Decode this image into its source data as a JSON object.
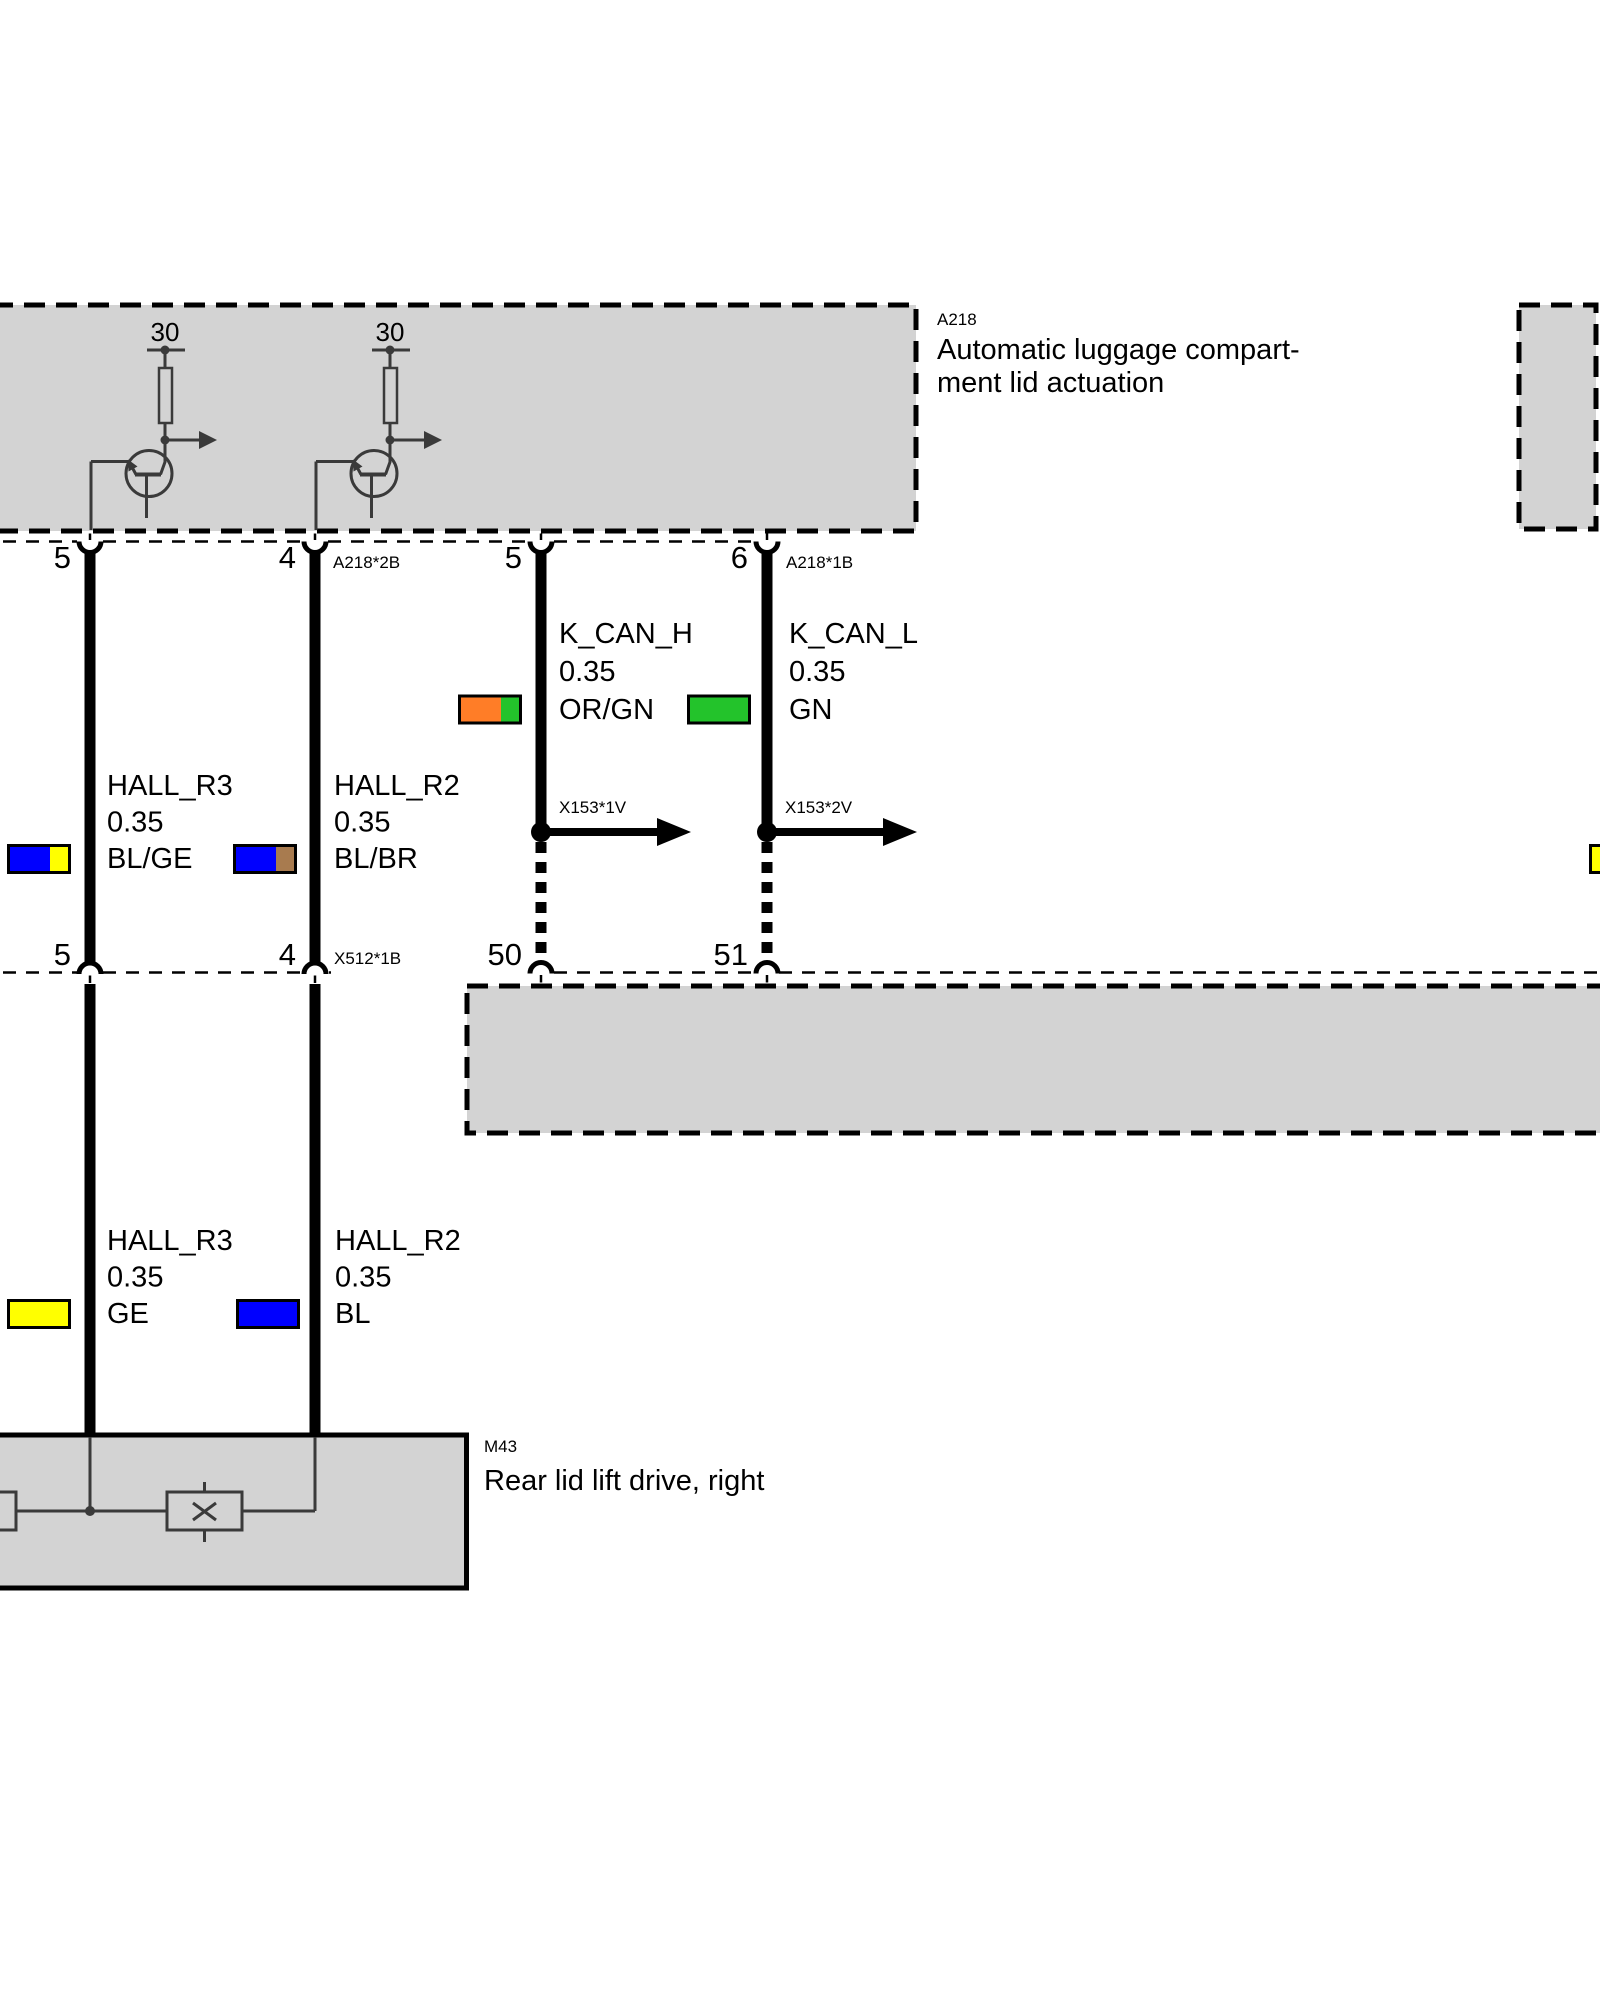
{
  "modules": {
    "a218": {
      "code": "A218",
      "name_line1": "Automatic luggage compart-",
      "name_line2": "ment lid actuation"
    },
    "m43": {
      "code": "M43",
      "name": "Rear lid lift drive, right"
    }
  },
  "terminals": {
    "t30_left": "30",
    "t30_right": "30"
  },
  "connectors": {
    "a218_2b": {
      "code": "A218*2B",
      "pin_left": "5",
      "pin_right": "4"
    },
    "a218_1b": {
      "code": "A218*1B",
      "pin_left": "5",
      "pin_right": "6"
    },
    "x512_1b": {
      "code": "X512*1B",
      "pin_left": "5",
      "pin_right": "4"
    },
    "junction": {
      "pin_left": "50",
      "pin_right": "51"
    },
    "x153_1v": {
      "code": "X153*1V"
    },
    "x153_2v": {
      "code": "X153*2V"
    }
  },
  "wires": {
    "hall_r3_upper": {
      "signal": "HALL_R3",
      "cross_section": "0.35",
      "color_code": "BL/GE"
    },
    "hall_r2_upper": {
      "signal": "HALL_R2",
      "cross_section": "0.35",
      "color_code": "BL/BR"
    },
    "k_can_h": {
      "signal": "K_CAN_H",
      "cross_section": "0.35",
      "color_code": "OR/GN"
    },
    "k_can_l": {
      "signal": "K_CAN_L",
      "cross_section": "0.35",
      "color_code": "GN"
    },
    "hall_r3_lower": {
      "signal": "HALL_R3",
      "cross_section": "0.35",
      "color_code": "GE"
    },
    "hall_r2_lower": {
      "signal": "HALL_R2",
      "cross_section": "0.35",
      "color_code": "BL"
    }
  },
  "colors": {
    "blue": "#0000FF",
    "yellow": "#FFFF00",
    "brown": "#A87B4F",
    "orange": "#FF7D27",
    "green": "#23C32B",
    "box_fill": "#D3D3D3",
    "symbol": "#3A3A3A",
    "wire": "#000000"
  }
}
